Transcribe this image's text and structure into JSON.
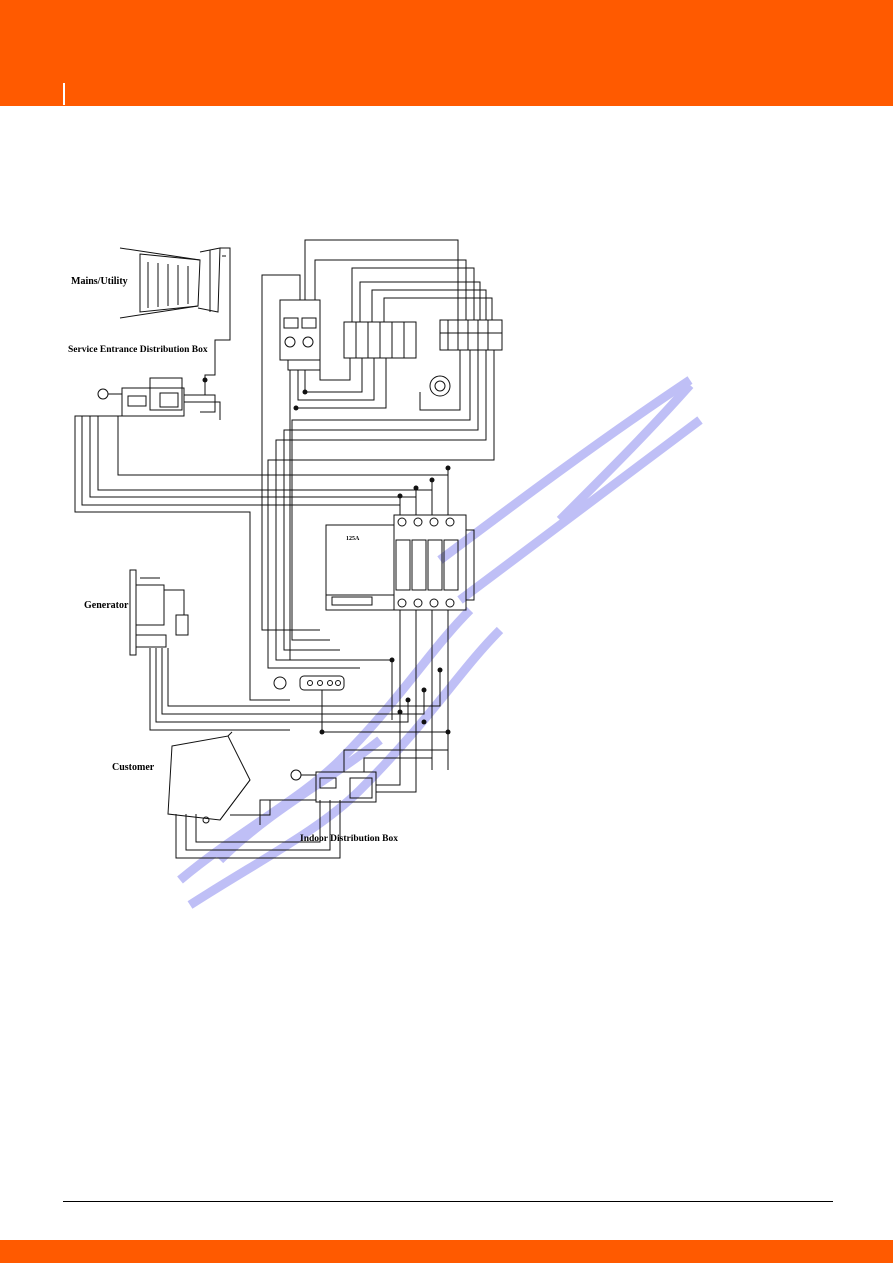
{
  "colors": {
    "header": "#ff5a00",
    "footer_bar": "#ff5a00",
    "watermark": "#8c8cf0",
    "line": "#111111"
  },
  "labels": {
    "mains": "Mains/Utility",
    "service_box": "Service Entrance Distribution Box",
    "generator": "Generator",
    "customer": "Customer",
    "indoor_box": "Indoor Distribution Box",
    "ats_rating": "125A"
  },
  "icons": {
    "ground": "ground-icon",
    "watermark": "watermark-icon"
  }
}
